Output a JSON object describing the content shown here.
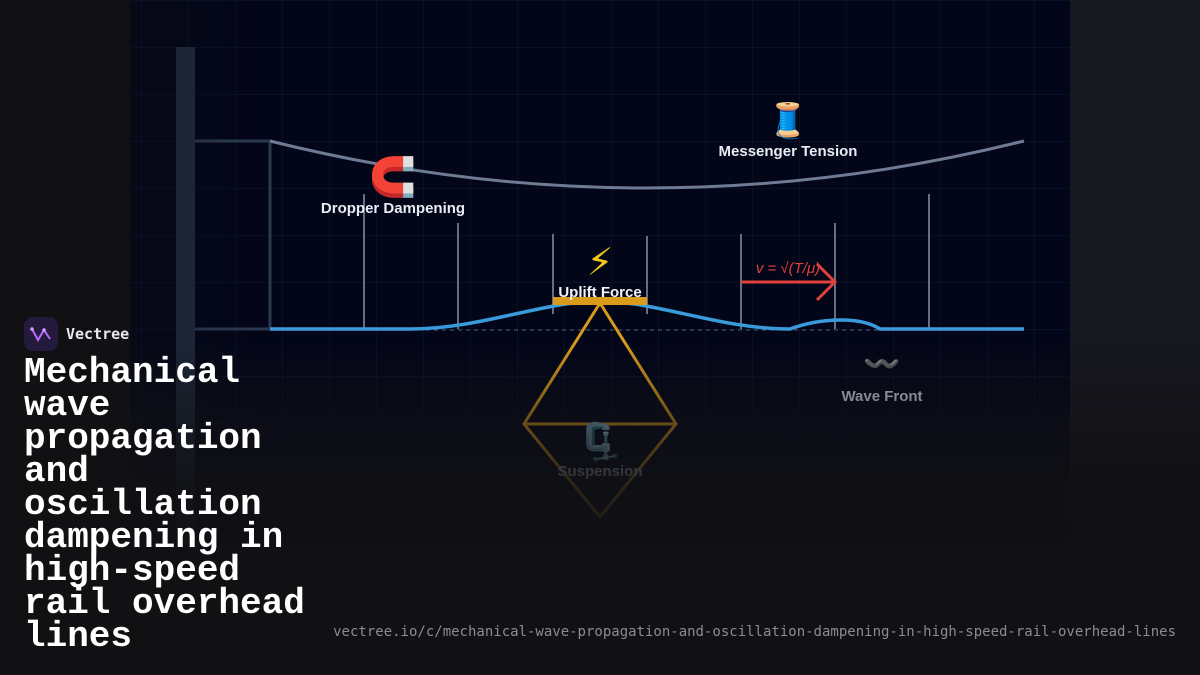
{
  "brand": {
    "name": "Vectree",
    "logo_icon": "vectree-logo-icon"
  },
  "title": "Mechanical wave propagation and oscillation dampening in high-speed rail overhead lines",
  "url": "vectree.io/c/mechanical-wave-propagation-and-oscillation-dampening-in-high-speed-rail-overhead-lines",
  "diagram": {
    "labels": {
      "messenger": "Messenger Tension",
      "dropper": "Dropper Dampening",
      "uplift": "Uplift Force",
      "suspension": "Suspension",
      "wave_front": "Wave Front",
      "velocity": "v = √(T/μ)"
    },
    "icons": {
      "messenger": "🧵",
      "dropper": "🧲",
      "uplift": "⚡",
      "suspension": "🗜️",
      "wave_front": "〰️"
    },
    "colors": {
      "background": "#030618",
      "grid": "#0d1a35",
      "messenger_wire": "#6e7b93",
      "contact_wire": "#3a9bdc",
      "droppers": "#8490a8",
      "pantograph": "#d99b1c",
      "velocity_arrow": "#e0413b",
      "mast": "#1e2a3d"
    }
  }
}
